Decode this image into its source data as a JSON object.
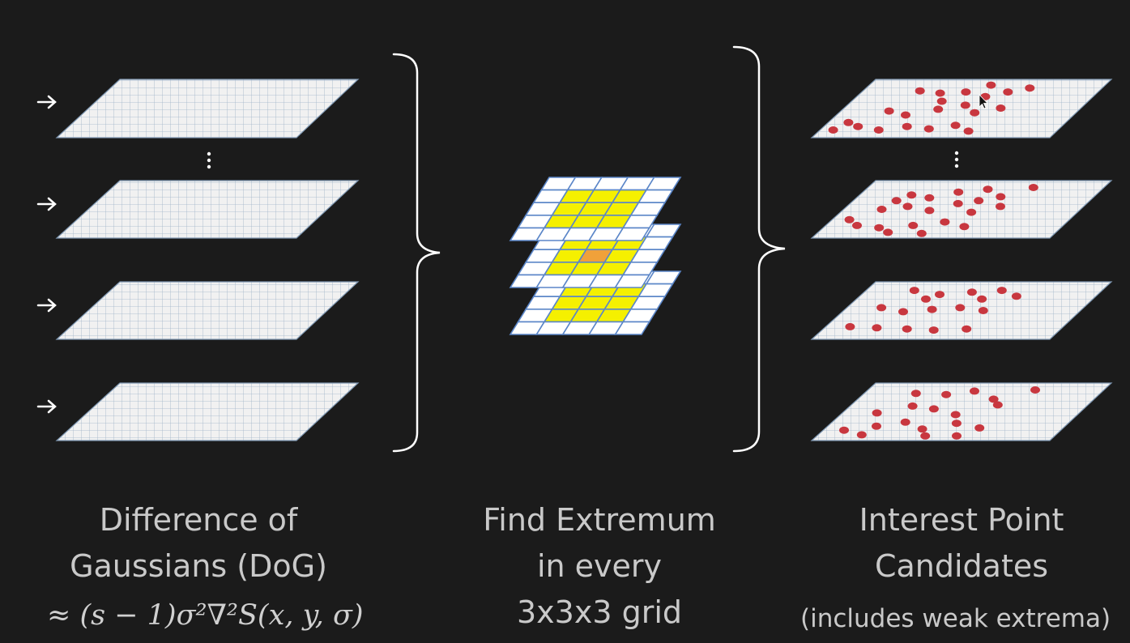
{
  "colors": {
    "background": "#1b1b1b",
    "plane_fill": "#f1f1f1",
    "plane_grid": "#8fa7c0",
    "cell_yellow": "#f5f000",
    "cell_center": "#f0a13a",
    "grid_line_blue": "#5b86c8",
    "candidate_dot": "#c8373f",
    "bracket": "#ffffff",
    "text": "#c9c9c9"
  },
  "captions": {
    "dog_line1": "Difference of",
    "dog_line2": "Gaussians (DoG)",
    "dog_formula": "≈ (s − 1)σ²∇²S(x, y, σ)",
    "extremum_line1": "Find Extremum",
    "extremum_line2": "in every",
    "extremum_line3": "3x3x3 grid",
    "candidates_line1": "Interest Point",
    "candidates_line2": "Candidates",
    "candidates_note": "(includes weak extrema)"
  },
  "icons": {
    "arrow": "right-arrow-icon",
    "ellipsis": "vertical-ellipsis-icon",
    "brace": "right-curly-brace-icon",
    "cursor": "mouse-pointer-icon"
  }
}
